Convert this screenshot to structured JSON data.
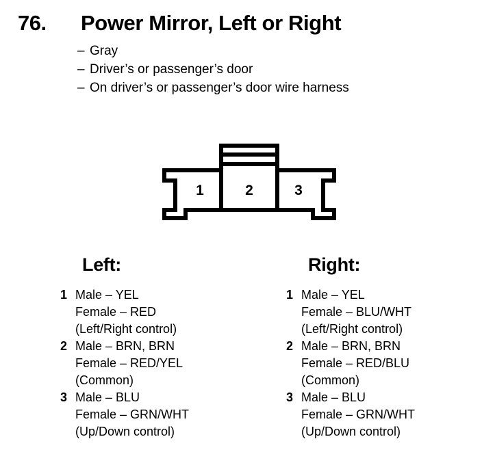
{
  "header": {
    "number": "76.",
    "title": "Power Mirror, Left or Right",
    "dash": "–",
    "bullets": [
      "Gray",
      "Driver’s or passenger’s door",
      "On driver’s or passenger’s door wire harness"
    ]
  },
  "connector": {
    "pins": [
      "1",
      "2",
      "3"
    ]
  },
  "columns": [
    {
      "heading": "Left:",
      "entries": [
        {
          "index": "1",
          "lines": [
            "Male – YEL",
            "Female – RED",
            "(Left/Right control)"
          ]
        },
        {
          "index": "2",
          "lines": [
            "Male – BRN, BRN",
            "Female – RED/YEL",
            "(Common)"
          ]
        },
        {
          "index": "3",
          "lines": [
            "Male – BLU",
            "Female – GRN/WHT",
            "(Up/Down control)"
          ]
        }
      ]
    },
    {
      "heading": "Right:",
      "entries": [
        {
          "index": "1",
          "lines": [
            "Male – YEL",
            "Female – BLU/WHT",
            "(Left/Right control)"
          ]
        },
        {
          "index": "2",
          "lines": [
            "Male – BRN, BRN",
            "Female – RED/BLU",
            "(Common)"
          ]
        },
        {
          "index": "3",
          "lines": [
            "Male – BLU",
            "Female – GRN/WHT",
            "(Up/Down control)"
          ]
        }
      ]
    }
  ],
  "colors": {
    "ink": "#000000",
    "page": "#ffffff"
  }
}
